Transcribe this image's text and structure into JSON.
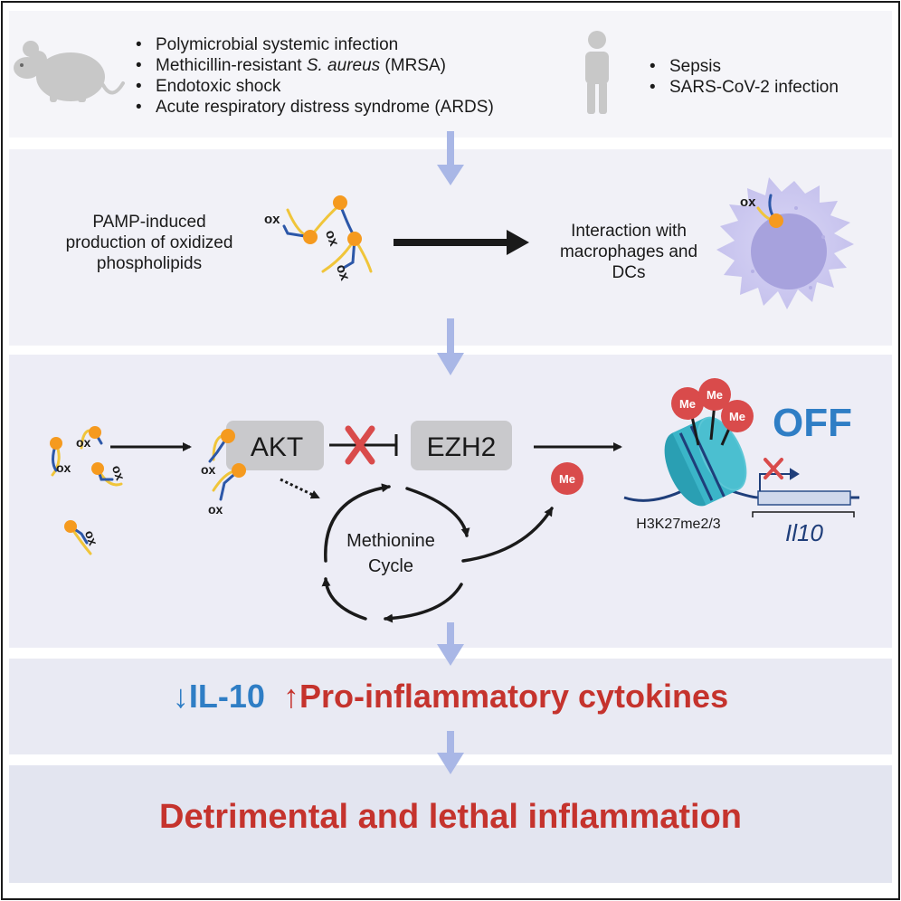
{
  "mouse_list": [
    "Polymicrobial systemic infection",
    "Methicillin-resistant S. aureus (MRSA)",
    "Endotoxic shock",
    "Acute respiratory distress syndrome (ARDS)"
  ],
  "mrsa_parts": {
    "pre": "Methicillin-resistant ",
    "italic": "S. aureus",
    "post": " (MRSA)"
  },
  "human_list": [
    "Sepsis",
    "SARS-CoV-2 infection"
  ],
  "pamp_text": {
    "line1": "PAMP-induced",
    "line2": "production of oxidized",
    "line3": "phospholipids"
  },
  "interaction_text": {
    "line1": "Interaction with",
    "line2": "macrophages and",
    "line3": "DCs"
  },
  "ox_label": "ox",
  "akt_label": "AKT",
  "ezh2_label": "EZH2",
  "off_label": "OFF",
  "me_label": "Me",
  "methionine_cycle": {
    "line1": "Methionine",
    "line2": "Cycle"
  },
  "histone_mark": "H3K27me2/3",
  "gene_label": "Il10",
  "cytokine_text": {
    "down_arrow": "↓",
    "il10": "IL-10",
    "up_arrow": "↑",
    "pro": "Pro-inflammatory cytokines"
  },
  "final_text": "Detrimental and lethal inflammation",
  "colors": {
    "panel_bg": "#f4f4f8",
    "band_bg": "#e8e9f2",
    "flow_arrow": "#a9b7e6",
    "blue_text": "#2f7ec5",
    "red_text": "#c5332d",
    "lipid_yellow": "#f0c53a",
    "lipid_blue": "#2c57a8",
    "lipid_head": "#f59a1f",
    "me_red": "#d94b4b",
    "nucleosome": "#3bb5c8",
    "cell_purple": "#c7c3ee"
  }
}
